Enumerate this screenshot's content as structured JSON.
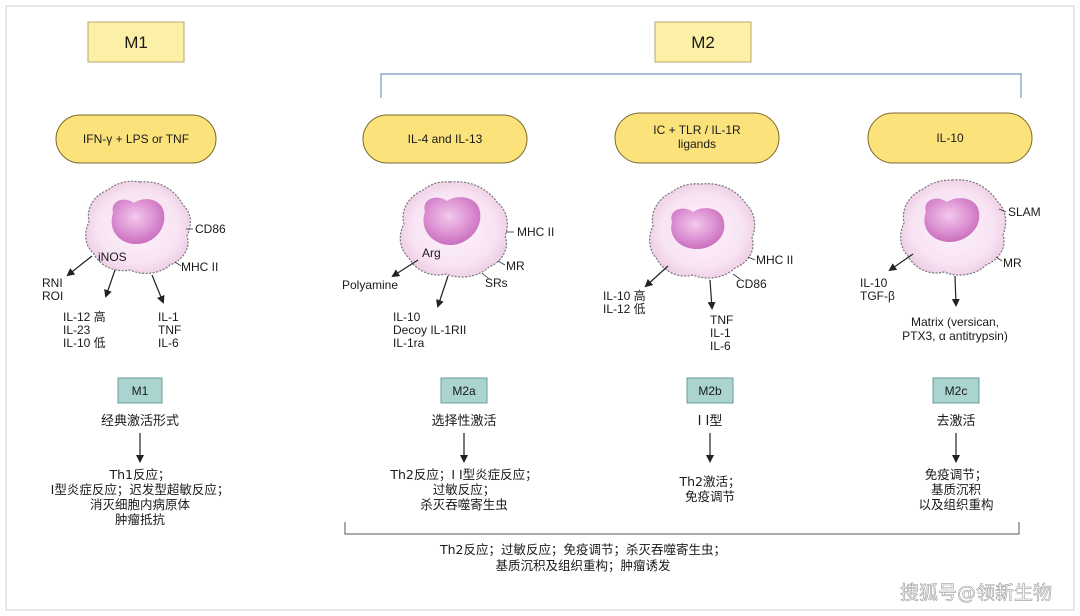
{
  "header": {
    "m1_label": "M1",
    "m2_label": "M2"
  },
  "columns": [
    {
      "stimulus": [
        "IFN-γ + LPS or TNF"
      ],
      "cell_labels": [
        "CD86",
        "iNOS",
        "MHC II"
      ],
      "outputs_left": [
        "RNI",
        "ROI"
      ],
      "outputs_mid": [
        "IL-12 高",
        "IL-23",
        "IL-10 低"
      ],
      "outputs_right": [
        "IL-1",
        "TNF",
        "IL-6"
      ],
      "subtype": "M1",
      "activation": "经典激活形式",
      "functions": [
        "Th1反应；",
        "I型炎症反应；迟发型超敏反应；",
        "消灭细胞内病原体",
        "肿瘤抵抗"
      ]
    },
    {
      "stimulus": [
        "IL-4 and IL-13"
      ],
      "cell_labels": [
        "MHC II",
        "Arg",
        "MR",
        "SRs"
      ],
      "outputs_left": [
        "Polyamine"
      ],
      "outputs_mid": [
        "IL-10",
        "Decoy IL-1RII",
        "IL-1ra"
      ],
      "subtype": "M2a",
      "activation": "选择性激活",
      "functions": [
        "Th2反应；I I型炎症反应；",
        "过敏反应；",
        "杀灭吞噬寄生虫"
      ]
    },
    {
      "stimulus": [
        "IC + TLR / IL-1R",
        "ligands"
      ],
      "cell_labels": [
        "MHC II",
        "CD86"
      ],
      "outputs_left": [
        "IL-10 高",
        "IL-12 低"
      ],
      "outputs_mid": [
        "TNF",
        "IL-1",
        "IL-6"
      ],
      "subtype": "M2b",
      "activation": "I I型",
      "functions": [
        "Th2激活；",
        "免疫调节"
      ]
    },
    {
      "stimulus": [
        "IL-10"
      ],
      "cell_labels": [
        "SLAM",
        "MR"
      ],
      "outputs_left": [
        "IL-10",
        "TGF-β"
      ],
      "outputs_mid": [
        "Matrix (versican,",
        "PTX3, α antitrypsin)"
      ],
      "subtype": "M2c",
      "activation": "去激活",
      "functions": [
        "免疫调节；",
        "基质沉积",
        "以及组织重构"
      ]
    }
  ],
  "footer": [
    "Th2反应；过敏反应；免疫调节；杀灭吞噬寄生虫；",
    "基质沉积及组织重构；肿瘤诱发"
  ],
  "watermark": "搜狐号@领新生物",
  "colors": {
    "box_fill": "#fcefa6",
    "box_stroke": "#b8a86a",
    "pill_fill": "#fce27a",
    "pill_stroke": "#7a6a30",
    "subtype_fill": "#a9d4d0",
    "subtype_stroke": "#6b9e9a",
    "nucleus": "#d98ad0",
    "cell_outline": "#777777",
    "bracket": "#8aa8c8"
  }
}
